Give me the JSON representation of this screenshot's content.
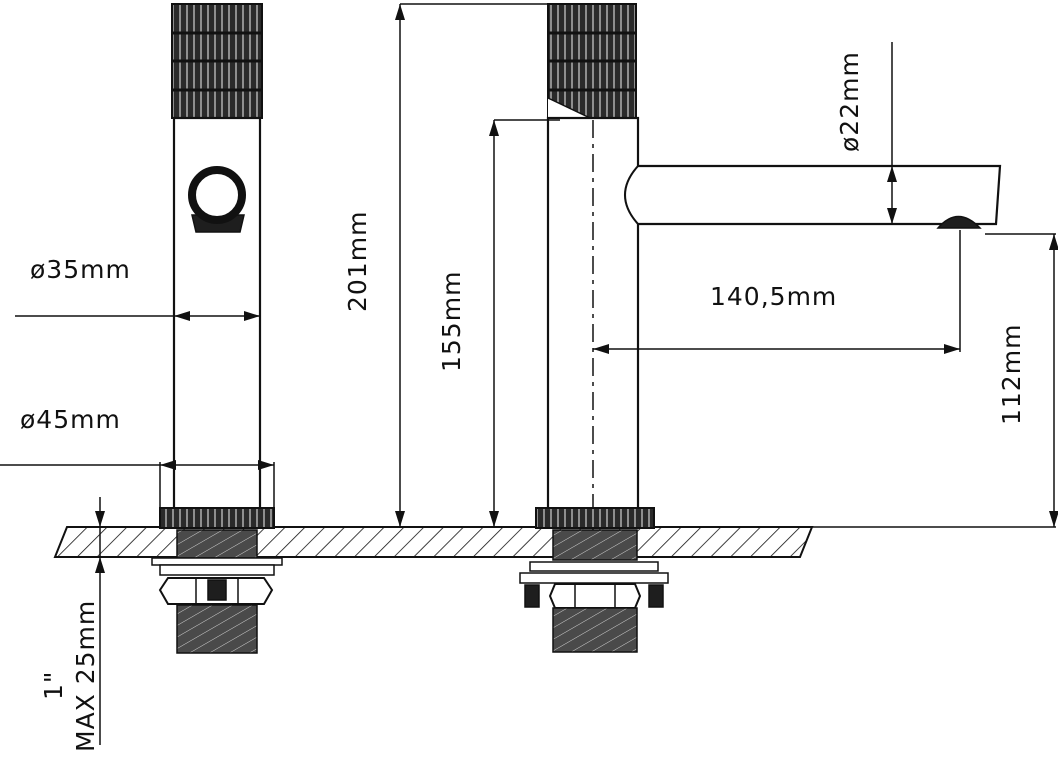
{
  "dimensions": {
    "spout_diameter": "ø22mm",
    "handle_diameter": "ø35mm",
    "base_diameter": "ø45mm",
    "total_height": "201mm",
    "body_height": "155mm",
    "spout_reach": "140,5mm",
    "spout_height": "112mm",
    "deck_thickness_line1": "1\"",
    "deck_thickness_line2": "MAX 25mm"
  },
  "colors": {
    "line": "#111111",
    "background": "#ffffff"
  }
}
